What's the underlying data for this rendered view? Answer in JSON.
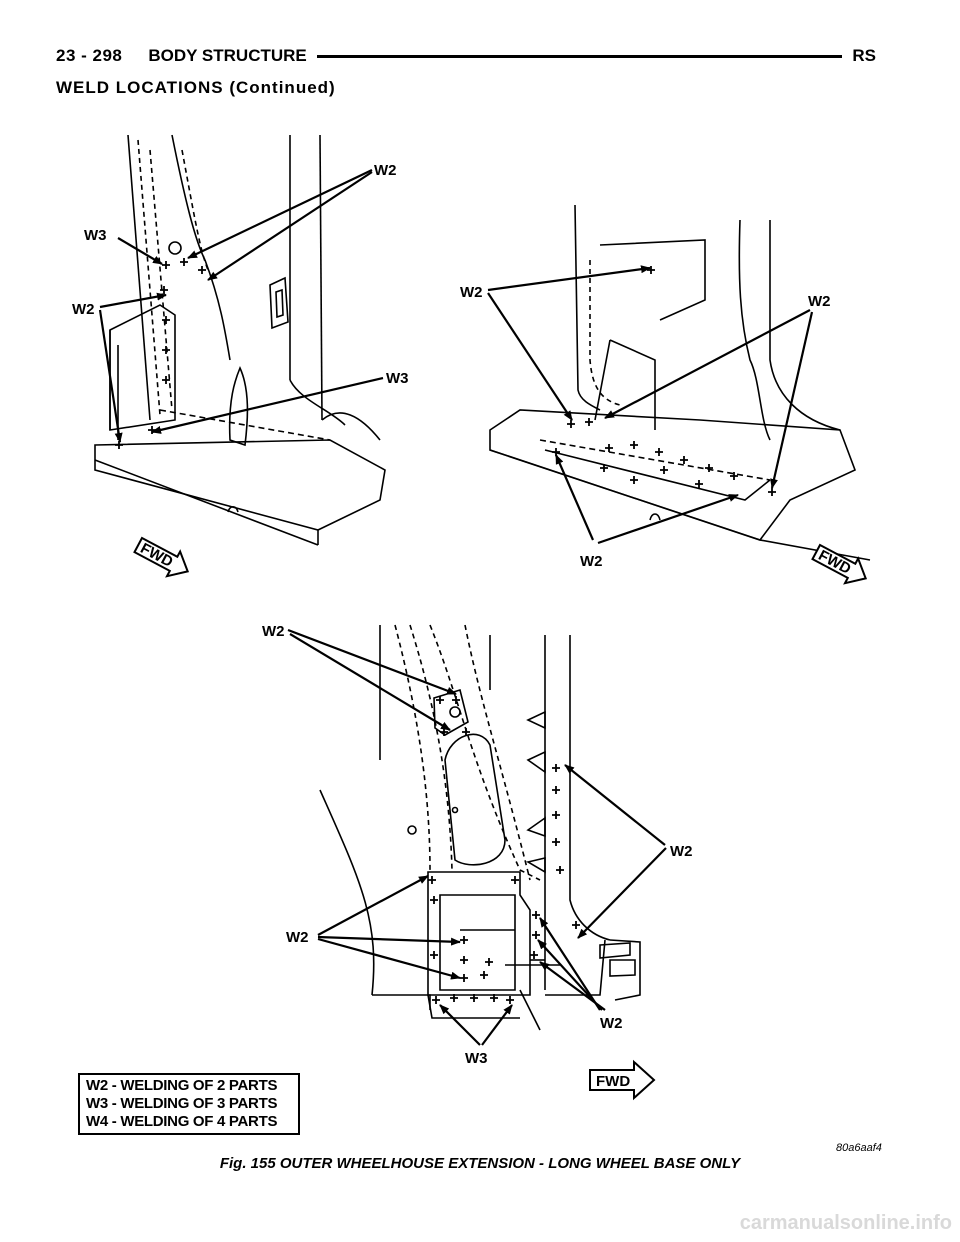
{
  "header": {
    "page_number": "23 - 298",
    "section": "BODY STRUCTURE",
    "model_code": "RS"
  },
  "section_title": "WELD LOCATIONS (Continued)",
  "figure": {
    "labels": {
      "w2": "W2",
      "w3": "W3",
      "fwd": "FWD"
    },
    "legend": [
      "W2 - WELDING OF 2 PARTS",
      "W3 - WELDING OF 3 PARTS",
      "W4 - WELDING OF 4 PARTS"
    ],
    "art_code": "80a6aaf4",
    "caption": "Fig. 155 OUTER WHEELHOUSE EXTENSION - LONG WHEEL BASE ONLY"
  },
  "watermark": "carmanualsonline.info"
}
